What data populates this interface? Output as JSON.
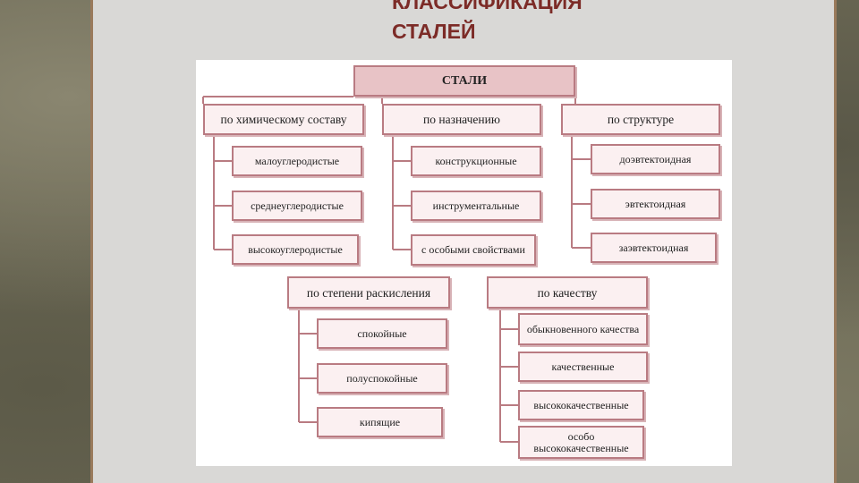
{
  "slide": {
    "title_line1": "КЛАССИФИКАЦИЯ",
    "title_line2": "СТАЛЕЙ"
  },
  "diagram": {
    "root": "СТАЛИ",
    "categories": [
      {
        "label": "по химическому составу",
        "items": [
          "малоуглеродистые",
          "среднеуглеродистые",
          "высокоуглеродистые"
        ]
      },
      {
        "label": "по назначению",
        "items": [
          "конструкционные",
          "инструментальные",
          "с особыми свойствами"
        ]
      },
      {
        "label": "по структуре",
        "items": [
          "доэвтектоидная",
          "эвтектоидная",
          "заэвтектоидная"
        ]
      },
      {
        "label": "по степени раскисления",
        "items": [
          "спокойные",
          "полуспокойные",
          "кипящие"
        ]
      },
      {
        "label": "по качеству",
        "items": [
          "обыкновенного качества",
          "качественные",
          "высококачественные",
          "особо высококачественные"
        ]
      }
    ],
    "colors": {
      "box_fill": "#fbf0f1",
      "box_border": "#b97b82",
      "root_fill": "#e8c3c6",
      "title": "#7c2b27"
    }
  }
}
